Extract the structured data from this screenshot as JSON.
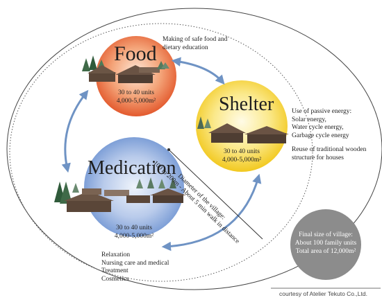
{
  "diagram": {
    "nodes": {
      "food": {
        "title": "Food",
        "units": "30 to 40 units",
        "area": "4,000-5,000m²",
        "note": [
          "Making of safe food and",
          "dietary education"
        ],
        "color": "#e8643a"
      },
      "shelter": {
        "title": "Shelter",
        "units": "30 to 40 units",
        "area": "4,000-5,000m²",
        "note": [
          "Use of passive energy:",
          "Solar energy,",
          "Water cycle energy,",
          "Garbage cycle energy",
          "",
          "Reuse of traditional wooden",
          "structure for houses"
        ],
        "color": "#f2d33a"
      },
      "medication": {
        "title": "Medication",
        "units": "30 to 40 units",
        "area": "4,000-5,000m²",
        "note": [
          "Relaxation",
          "Nursing care and medical",
          "Treatment",
          "Cosmetics"
        ],
        "color": "#7d9fd6"
      }
    },
    "diameter_label": [
      "Diameter of the village:",
      "100 to 200m - About 5 min walk in distance"
    ],
    "village_summary": [
      "Final size of village:",
      "About 100 family units",
      "Total area of 12,000m²"
    ],
    "summary_color": "#8c8c8c",
    "arrow_color": "#6f93c4",
    "credit": "courtesy of Atelier Tekuto Co.,Ltd."
  }
}
